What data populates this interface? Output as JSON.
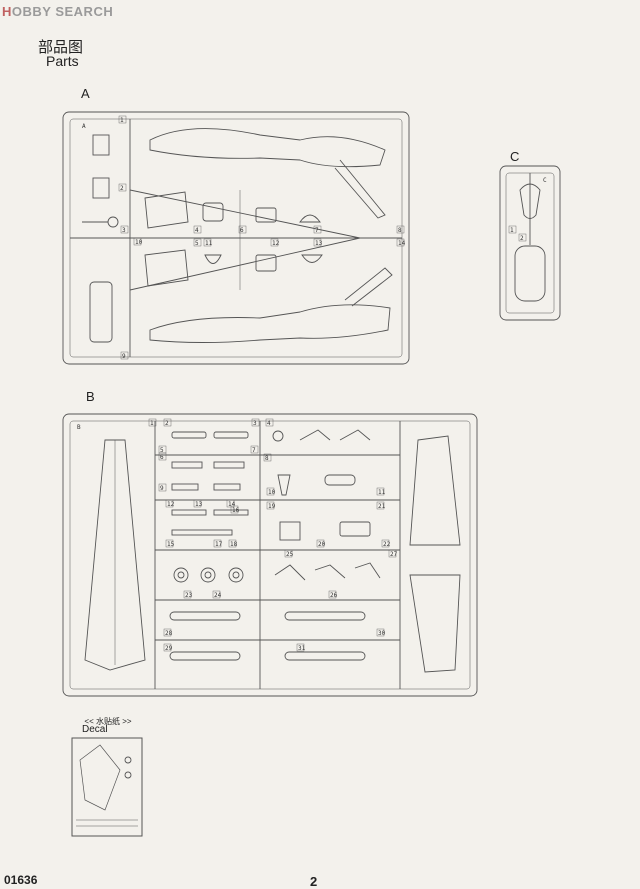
{
  "watermark": {
    "logo": "H",
    "text": "OBBY SEARCH"
  },
  "header": {
    "title_cn": "部品图",
    "title_en": "Parts"
  },
  "sprues": {
    "a": {
      "label": "A",
      "tag": "A",
      "numbers": [
        "1",
        "2",
        "3",
        "4",
        "5",
        "6",
        "7",
        "8",
        "9",
        "10",
        "11",
        "12",
        "13",
        "14"
      ]
    },
    "b": {
      "label": "B",
      "tag": "B",
      "numbers": [
        "1",
        "2",
        "3",
        "4",
        "5",
        "6",
        "7",
        "8",
        "9",
        "10",
        "11",
        "12",
        "13",
        "14",
        "15",
        "16",
        "17",
        "18",
        "19",
        "20",
        "21",
        "22",
        "23",
        "24",
        "25",
        "26",
        "27",
        "28",
        "29",
        "30",
        "31"
      ]
    },
    "c": {
      "label": "C",
      "tag": "C",
      "numbers": [
        "1",
        "2"
      ]
    }
  },
  "decal": {
    "caption_cn": "<< 水贴纸 >>",
    "caption_en": "Decal"
  },
  "footer": {
    "code": "01636",
    "page": "2"
  }
}
